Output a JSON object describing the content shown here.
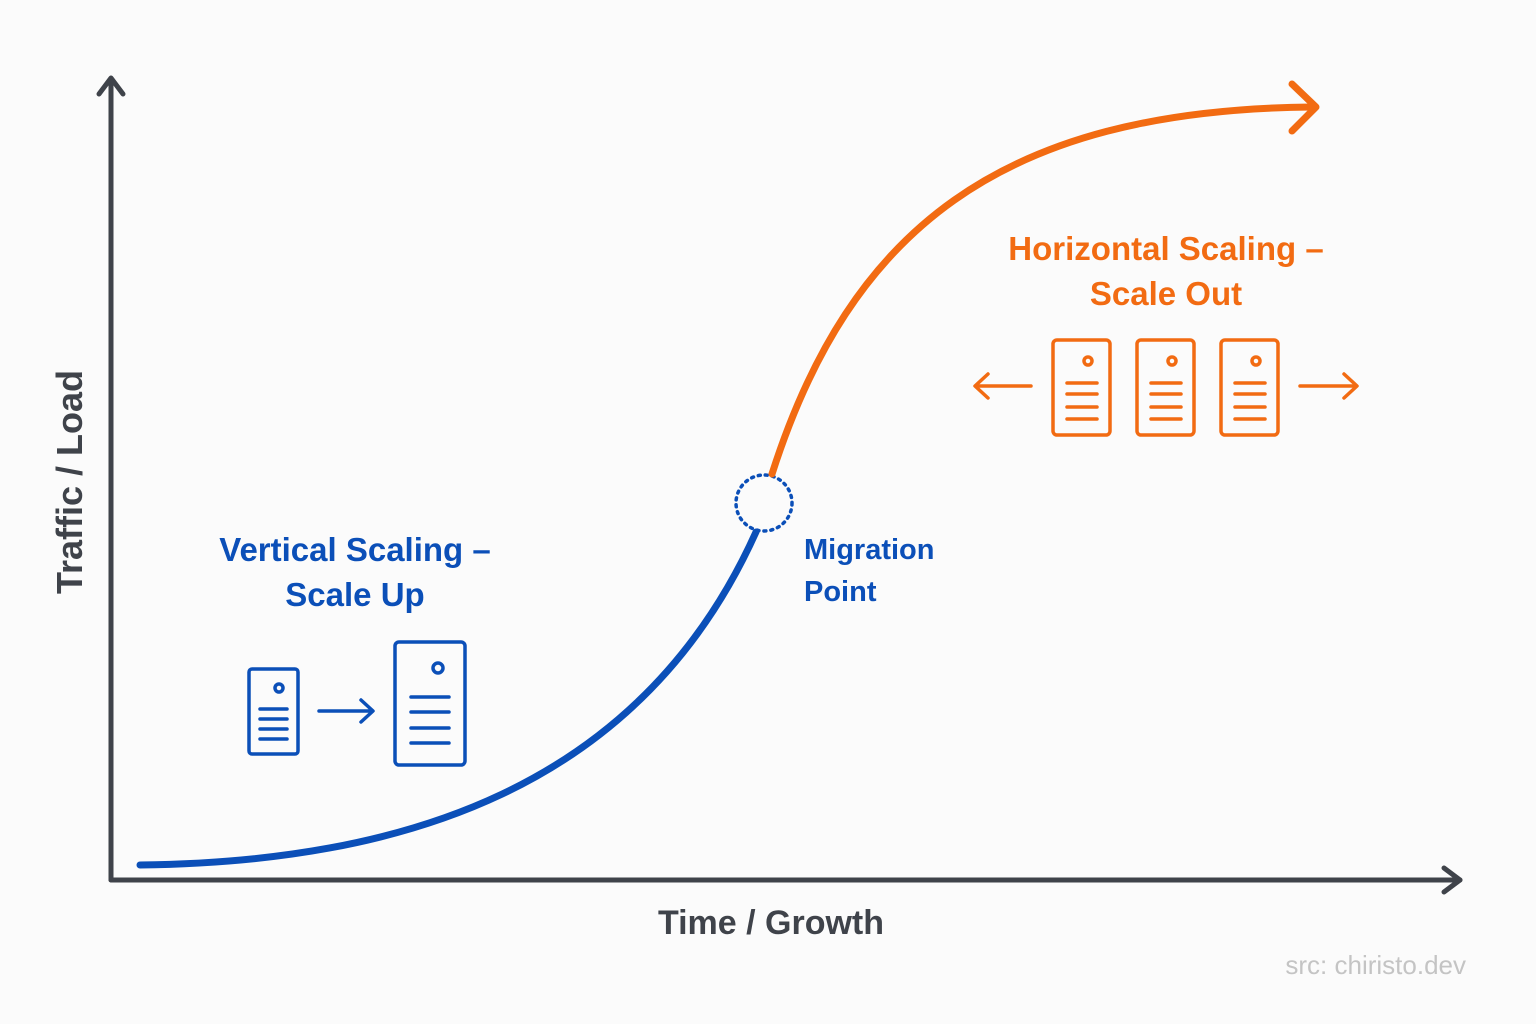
{
  "axes": {
    "y_label": "Traffic / Load",
    "x_label": "Time / Growth"
  },
  "vertical": {
    "title_line1": "Vertical Scaling –",
    "title_line2": "Scale Up",
    "icons": [
      "small-server-icon",
      "arrow-right-icon",
      "large-server-icon"
    ]
  },
  "migration": {
    "line1": "Migration",
    "line2": "Point"
  },
  "horizontal": {
    "title_line1": "Horizontal Scaling –",
    "title_line2": "Scale Out",
    "icons": [
      "arrow-left-icon",
      "server-icon",
      "server-icon",
      "server-icon",
      "arrow-right-icon"
    ]
  },
  "source": "src: chiristo.dev",
  "colors": {
    "blue": "#0b4fb8",
    "orange": "#f26b12",
    "axis": "#3f434a",
    "source": "#c4c4c4",
    "background": "#fbfbfb"
  }
}
